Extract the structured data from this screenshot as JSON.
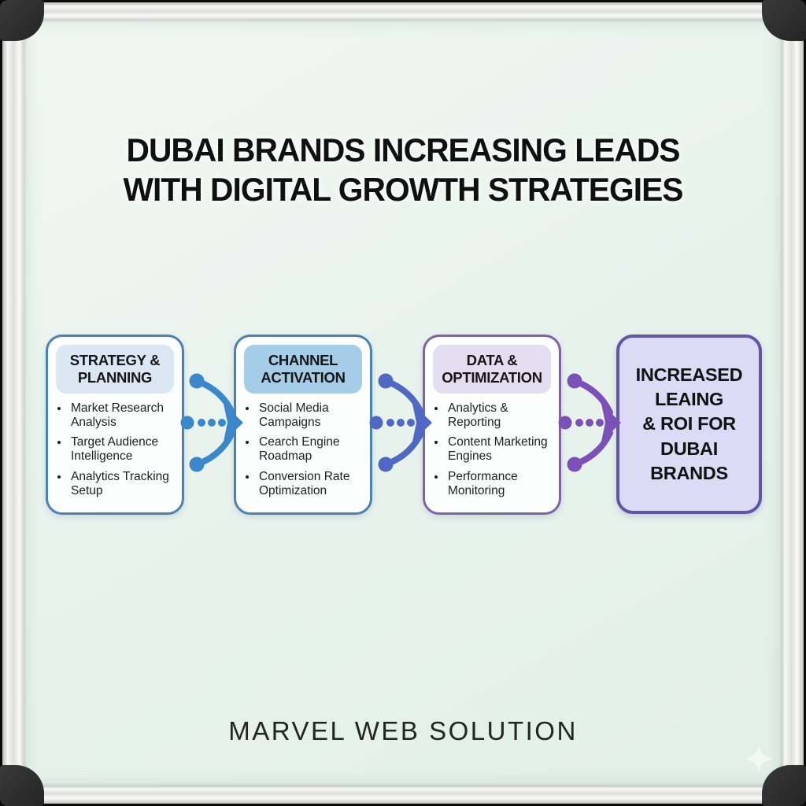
{
  "board": {
    "title_line1": "DUBAI BRANDS INCREASING LEADS",
    "title_line2": "WITH DIGITAL GROWTH STRATEGIES",
    "footer_brand": "MARVEL WEB SOLUTION",
    "surface_color": "#e9f3ee",
    "frame_color": "#efefec",
    "corner_cap_color": "#2d2d2d"
  },
  "flow": {
    "stages": [
      {
        "title": "STRATEGY & PLANNING",
        "items": [
          "Market Research Analysis",
          "Target Audience Intelligence",
          "Analytics Tracking Setup"
        ],
        "border_color": "#4b82b6",
        "header_bg": "#dbe8f3",
        "body_bg": "#fcfefd"
      },
      {
        "title": "CHANNEL ACTIVATION",
        "items": [
          "Social Media Campaigns",
          "Cearch Engine Roadmap",
          "Conversion Rate Optimization"
        ],
        "border_color": "#4b82b6",
        "header_bg": "#a6cde8",
        "body_bg": "#fcfefd"
      },
      {
        "title": "DATA & OPTIMIZATION",
        "items": [
          "Analytics & Reporting",
          "Content Marketing Engines",
          "Performance Monitoring"
        ],
        "border_color": "#7f62aa",
        "header_bg": "#e4def0",
        "body_bg": "#fcfefd"
      }
    ],
    "arrows": [
      {
        "color": "#3b87cc"
      },
      {
        "color": "#4f68c4"
      },
      {
        "color": "#7b51b8"
      }
    ],
    "result": {
      "text": "INCREASED\nLEAING\n& ROI FOR\nDUBAI\nBRANDS",
      "border_color": "#5f56a8",
      "bg": "#dcdaf4"
    }
  }
}
